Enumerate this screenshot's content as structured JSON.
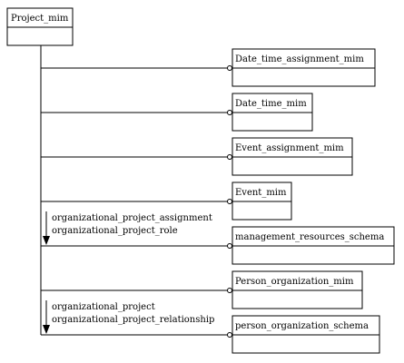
{
  "diagram": {
    "root": {
      "label": "Project_mim"
    },
    "nodes": [
      {
        "label": "Date_time_assignment_mim"
      },
      {
        "label": "Date_time_mim"
      },
      {
        "label": "Event_assignment_mim"
      },
      {
        "label": "Event_mim"
      },
      {
        "label": "management_resources_schema"
      },
      {
        "label": "Person_organization_mim"
      },
      {
        "label": "person_organization_schema"
      }
    ],
    "annotations": [
      {
        "lines": [
          "organizational_project_assignment",
          "organizational_project_role"
        ]
      },
      {
        "lines": [
          "organizational_project",
          "organizational_project_relationship"
        ]
      }
    ]
  }
}
